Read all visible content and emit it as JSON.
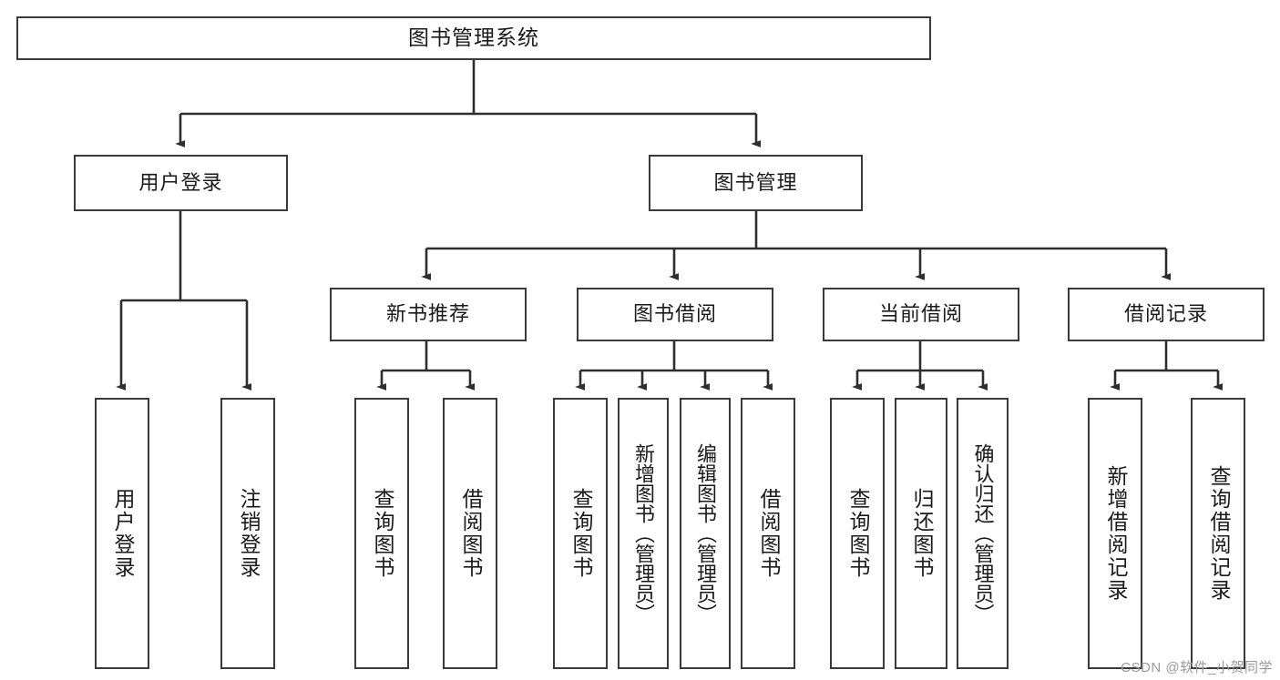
{
  "diagram": {
    "title": "图书管理系统",
    "type": "hierarchy-tree",
    "watermark": "CSDN @软件_小贺同学",
    "colors": {
      "box_border": "#3a3a3a",
      "box_fill": "#ffffff",
      "edge": "#2e2e2e",
      "text": "#1a1a1a",
      "watermark": "#9a9a9a"
    },
    "nodes": {
      "root": {
        "label": "图书管理系统"
      },
      "level2": [
        {
          "id": "user-login",
          "label": "用户登录"
        },
        {
          "id": "book-manage",
          "label": "图书管理"
        }
      ],
      "level3": [
        {
          "id": "new-book-recommend",
          "label": "新书推荐"
        },
        {
          "id": "book-borrow",
          "label": "图书借阅"
        },
        {
          "id": "current-borrow",
          "label": "当前借阅"
        },
        {
          "id": "borrow-record",
          "label": "借阅记录"
        }
      ],
      "leaves": {
        "user-login": [
          {
            "id": "leaf-user-login",
            "label": "用户登录"
          },
          {
            "id": "leaf-logout-login",
            "label": "注销登录"
          }
        ],
        "new-book-recommend": [
          {
            "id": "leaf-query-book-1",
            "label": "查询图书"
          },
          {
            "id": "leaf-borrow-book-1",
            "label": "借阅图书"
          }
        ],
        "book-borrow": [
          {
            "id": "leaf-query-book-2",
            "label": "查询图书"
          },
          {
            "id": "leaf-add-book",
            "label": "新增图书（管理员）"
          },
          {
            "id": "leaf-edit-book",
            "label": "编辑图书（管理员）"
          },
          {
            "id": "leaf-borrow-book-2",
            "label": "借阅图书"
          }
        ],
        "current-borrow": [
          {
            "id": "leaf-query-book-3",
            "label": "查询图书"
          },
          {
            "id": "leaf-return-book",
            "label": "归还图书"
          },
          {
            "id": "leaf-confirm-return",
            "label": "确认归还（管理员）"
          }
        ],
        "borrow-record": [
          {
            "id": "leaf-add-record",
            "label": "新增借阅记录"
          },
          {
            "id": "leaf-query-record",
            "label": "查询借阅记录"
          }
        ]
      }
    }
  }
}
